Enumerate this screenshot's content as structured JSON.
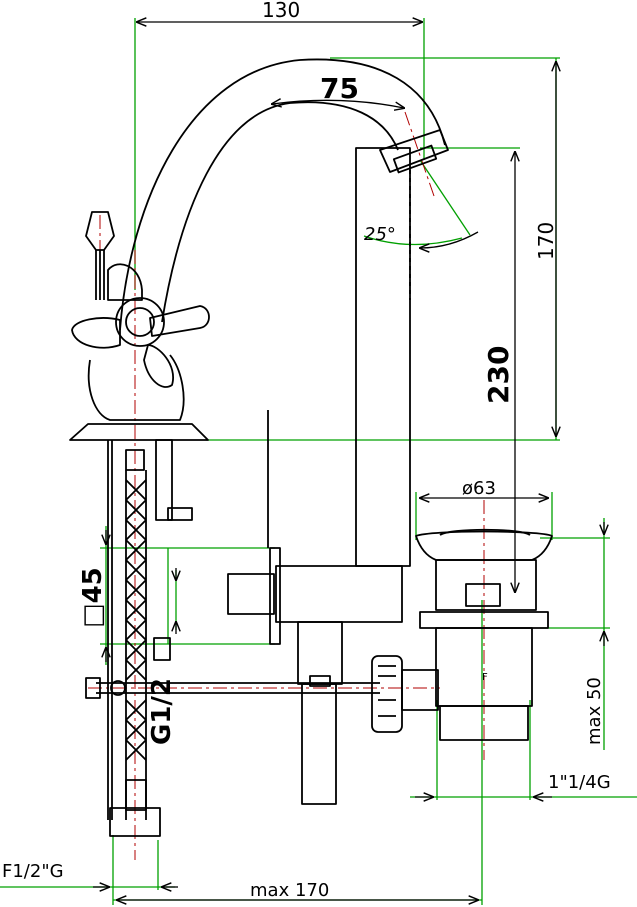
{
  "drawing": {
    "colors": {
      "outline": "#000000",
      "dimension": "#00a000",
      "centerline": "#b00000"
    },
    "dimensions": {
      "overall_width": "130",
      "spout_reach": "75",
      "spout_height": "170",
      "overall_height": "230",
      "swivel_angle": "25°",
      "plug_diameter": "ø63",
      "square_45": "□45",
      "inlet_thread": "G1/2",
      "max_50": "max 50",
      "waste_thread": "1\"1/4G",
      "hose_thread": "F1/2\"G",
      "max_170": "max 170"
    }
  }
}
